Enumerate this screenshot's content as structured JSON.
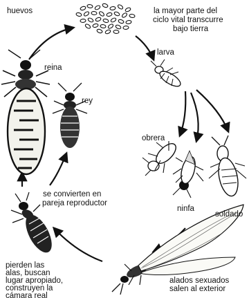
{
  "labels": {
    "huevos": "huevos",
    "note_line1": "la mayor parte del",
    "note_line2": "ciclo vital transcurre",
    "note_line3": "bajo tierra",
    "larva": "larva",
    "reina": "reina",
    "rey": "rey",
    "obrera": "obrera",
    "ninfa": "ninfa",
    "soldado": "soldado",
    "pareja_line1": "se convierten en",
    "pareja_line2": "pareja reproductor",
    "pierden_line1": "pierden las",
    "pierden_line2": "alas, buscan",
    "pierden_line3": "lugar apropiado,",
    "pierden_line4": "construyen la",
    "pierden_line5": "cámara real",
    "alados_line1": "alados sexuados",
    "alados_line2": "salen al exterior"
  },
  "colors": {
    "ink": "#111111",
    "paper": "#ffffff",
    "queen_abdomen": "#f2f2ec"
  }
}
